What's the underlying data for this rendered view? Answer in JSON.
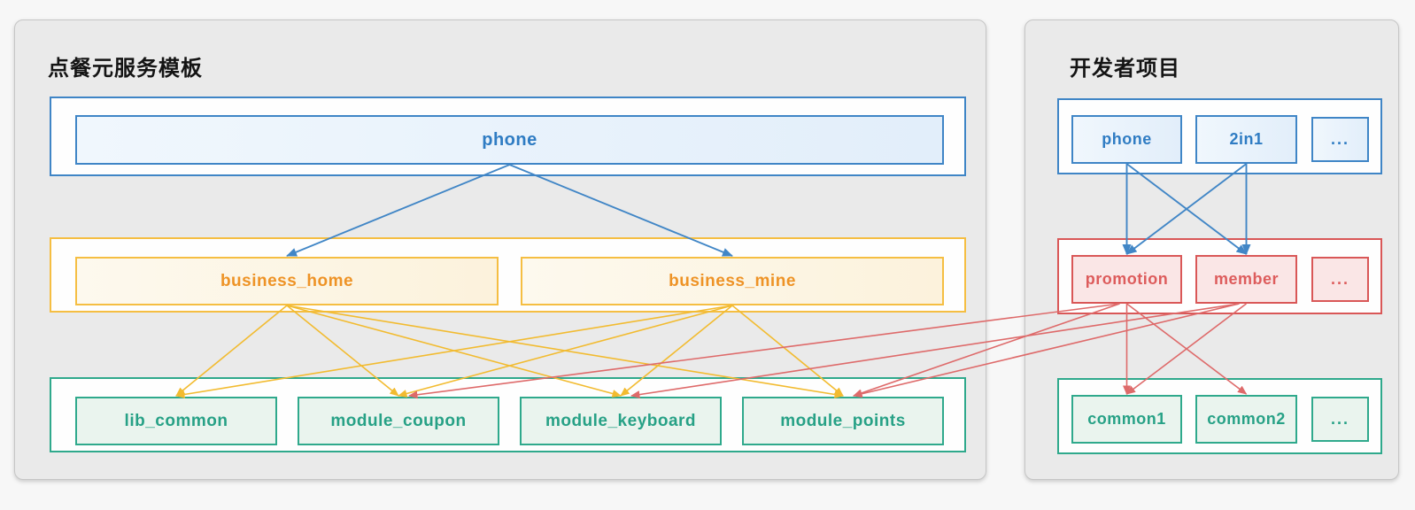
{
  "left_panel": {
    "title": "点餐元服务模板",
    "entry_tier": {
      "boxes": [
        {
          "label": "phone"
        }
      ]
    },
    "business_tier": {
      "boxes": [
        {
          "label": "business_home"
        },
        {
          "label": "business_mine"
        }
      ]
    },
    "module_tier": {
      "boxes": [
        {
          "label": "lib_common"
        },
        {
          "label": "module_coupon"
        },
        {
          "label": "module_keyboard"
        },
        {
          "label": "module_points"
        }
      ]
    }
  },
  "right_panel": {
    "title": "开发者项目",
    "entry_tier": {
      "boxes": [
        {
          "label": "phone"
        },
        {
          "label": "2in1"
        },
        {
          "label": "..."
        }
      ]
    },
    "business_tier": {
      "boxes": [
        {
          "label": "promotion"
        },
        {
          "label": "member"
        },
        {
          "label": "..."
        }
      ]
    },
    "module_tier": {
      "boxes": [
        {
          "label": "common1"
        },
        {
          "label": "common2"
        },
        {
          "label": "..."
        }
      ]
    }
  },
  "colors": {
    "blue": "#4186c6",
    "yellow": "#f2bb30",
    "red": "#de6a6a",
    "teal": "#2fa98c"
  },
  "edges": [
    {
      "from": "left.phone",
      "to": "left.business_home",
      "color": "blue"
    },
    {
      "from": "left.phone",
      "to": "left.business_mine",
      "color": "blue"
    },
    {
      "from": "left.business_home",
      "to": "left.lib_common",
      "color": "yellow"
    },
    {
      "from": "left.business_home",
      "to": "left.module_coupon",
      "color": "yellow"
    },
    {
      "from": "left.business_home",
      "to": "left.module_keyboard",
      "color": "yellow"
    },
    {
      "from": "left.business_home",
      "to": "left.module_points",
      "color": "yellow"
    },
    {
      "from": "left.business_mine",
      "to": "left.lib_common",
      "color": "yellow"
    },
    {
      "from": "left.business_mine",
      "to": "left.module_coupon",
      "color": "yellow"
    },
    {
      "from": "left.business_mine",
      "to": "left.module_keyboard",
      "color": "yellow"
    },
    {
      "from": "left.business_mine",
      "to": "left.module_points",
      "color": "yellow"
    },
    {
      "from": "right.phone",
      "to": "right.promotion",
      "color": "blue"
    },
    {
      "from": "right.phone",
      "to": "right.member",
      "color": "blue"
    },
    {
      "from": "right.2in1",
      "to": "right.promotion",
      "color": "blue"
    },
    {
      "from": "right.2in1",
      "to": "right.member",
      "color": "blue"
    },
    {
      "from": "right.promotion",
      "to": "right.common1",
      "color": "red"
    },
    {
      "from": "right.promotion",
      "to": "right.common2",
      "color": "red"
    },
    {
      "from": "right.member",
      "to": "right.common1",
      "color": "red"
    },
    {
      "from": "right.promotion",
      "to": "left.module_coupon",
      "color": "red"
    },
    {
      "from": "right.promotion",
      "to": "left.module_points",
      "color": "red"
    },
    {
      "from": "right.member",
      "to": "left.module_keyboard",
      "color": "red"
    },
    {
      "from": "right.member",
      "to": "left.module_points",
      "color": "red"
    }
  ]
}
